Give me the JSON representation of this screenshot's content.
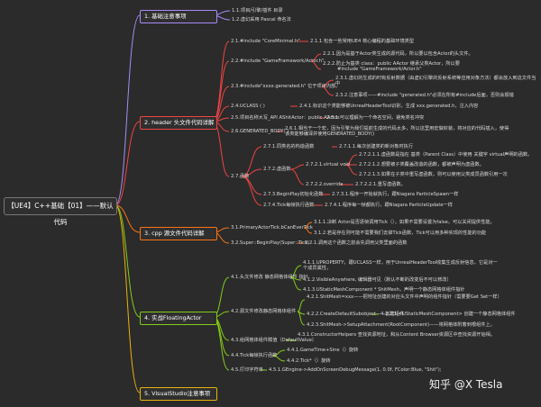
{
  "root": "【UE4】C++基础【01】——默认代码",
  "colors": {
    "b1": "#a78bfa",
    "b2": "#ef4444",
    "b3": "#f97316",
    "b4": "#84cc16",
    "b5": "#eab308"
  },
  "b1": {
    "title": "1. 基础注意事项",
    "n1": "1.1.项目/引擎/插件 目录",
    "n2": "1.2.虚幻采用 Pascal 命名法"
  },
  "b2": {
    "title": "2. header 头文件代码详解",
    "n21": "2.1.#include \"CoreMinimal.h\"",
    "n211": "2.1.1.包含一些常用UE4 核心编程的基础环境类型",
    "n22": "2.2.#include \"GameFramework/Actor.h\"",
    "n221": "2.2.1.因为是基于Actor类生成的源代码，所以要以包含Actor的头文件。",
    "n222": "2.2.2.防止为基类 class：public AActor 继承父类Actor，所以要",
    "n222b": "#include \"GameFramework/Actor.h\"",
    "n23": "2.3.#include\"xxxx.generated.h\" 位于项目内部。",
    "n231": "2.3.1.虚幻的生成的时有反射数据（由虚幻引擎的反射系统等应用对象方法）都会放入到这文件当中",
    "n232": "2.3.2.注意事项——#include \"generated.h\"必须在所有#include后面，否则会报错",
    "n24": "2.4.UCLASS ( )",
    "n241": "2.4.1.标识这个类能够被UnrealHeaderTool识别，生成 xxx.generated.h，注入内容",
    "n25": "2.5.项目名称大写_API  AShitActor：public AActor",
    "n251": "2.5.1.可以理解为一个命名空间，避免类名冲突",
    "n26": "2.6.GENERATED_BODY( )",
    "n261": "2.6.1.相当于一个宏，因为引擎为我们提前生成的代码太多，所以这里用宏做封装，将对应的代码插入，使得该类能够编译并使用GENERATED_BODY()",
    "n27": "2.7.函数",
    "n271": "2.7.1.同类名的构造函数",
    "n2711": "2.7.1.1.每次创建类的新对象时执行",
    "n272": "2.7.2.虚函数",
    "n2721": "2.7.2.1.virtual void",
    "n27211": "2.7.2.1.1.虚函数是指在 基类（Parent Class）中使用 关键字 virtual声明的函数。",
    "n27212": "2.7.2.1.2.想要被子类覆盖改造的函数，都被声明为虚函数。",
    "n27213": "2.7.2.1.3.如果在子类中重写虚函数，则可以使用父类成员函数引用一次",
    "n2722": "2.7.2.2.override",
    "n27221": "2.7.2.2.1.重写虚函数。",
    "n273": "2.7.3.BeginPlay初始化函数",
    "n2731": "2.7.3.1.程序一开始就执行，跟Niagara ParticleSpawn一样",
    "n274": "2.7.4.Tick每帧执行函数",
    "n2741": "2.7.4.1.程序每一帧都执行，跟Niagara ParticleUpdate一样"
  },
  "b3": {
    "title": "3. cpp 源文件代码详解",
    "n31": "3.1.PrimaryActorTick.bCanEverTick",
    "n311": "3.1.1.决断 Actor是否逐帧调用Tick（），如果不需要设置为false，可以关闭提供性能。",
    "n312": "3.1.2.若是存在则可能不需要我们去掉Tick函数，Tick可以用多种实现的性能的功能",
    "n32": "3.2.Super::BeginPlay(Super::Tick)",
    "n321": "3.2.1.调用这个函数之前会先调用父类里面的函数"
  },
  "b4": {
    "title": "4. 实战FloatingActor",
    "n41": "4.1.头文件修改 静态网格体组件 指针",
    "n411": "4.1.1.UPROPERTY，跟UCLASS一样，用于UnrealHeaderTool收集生成反射信息，它是对一个成员属性，",
    "n412": "4.1.2.VisibleAnywhere, 编辑器可见（默认不断的改变后不可以修改）",
    "n413": "4.1.3.UStaticMeshComponent * ShitMesh，声明一个静态网格体组件指针",
    "n42": "4.2.源文件修改静态网格体组件",
    "n421": "4.2.1.ShitMesh=xxx——把地址创建的对应头文件中声明的组件指针（需要要Get Set一样）",
    "n422": "4.2.2.CreateDefaultSubobject——创建组件",
    "n4221": "4.2.2.1.<UStaticMeshComponent> 创建一个静态网格体组件",
    "n423": "4.2.3.ShitMesh->SetupAttachment(RootComponent)——将网格体附着到根组件上。",
    "n43": "4.3.给网格体组件赋值（DefaultValue）",
    "n431": "4.3.1.ConstructorHelpers 查找资源地址，和从Content Browser资源区中查找资源开始相。",
    "n44": "4.4.Tick每帧执行函数",
    "n441": "4.4.1.GameTime+Sine（）旋转",
    "n442": "4.4.2.Tick*（）旋转",
    "n45": "4.5.打印字符串",
    "n451": "4.5.1.GEngine->AddOnScreenDebugMessage(1, 0.0f, FColor:Blue, \"Shit\");"
  },
  "b5": {
    "title": "5. VisualStudio注意事项"
  },
  "watermark": "知乎 @X Tesla"
}
